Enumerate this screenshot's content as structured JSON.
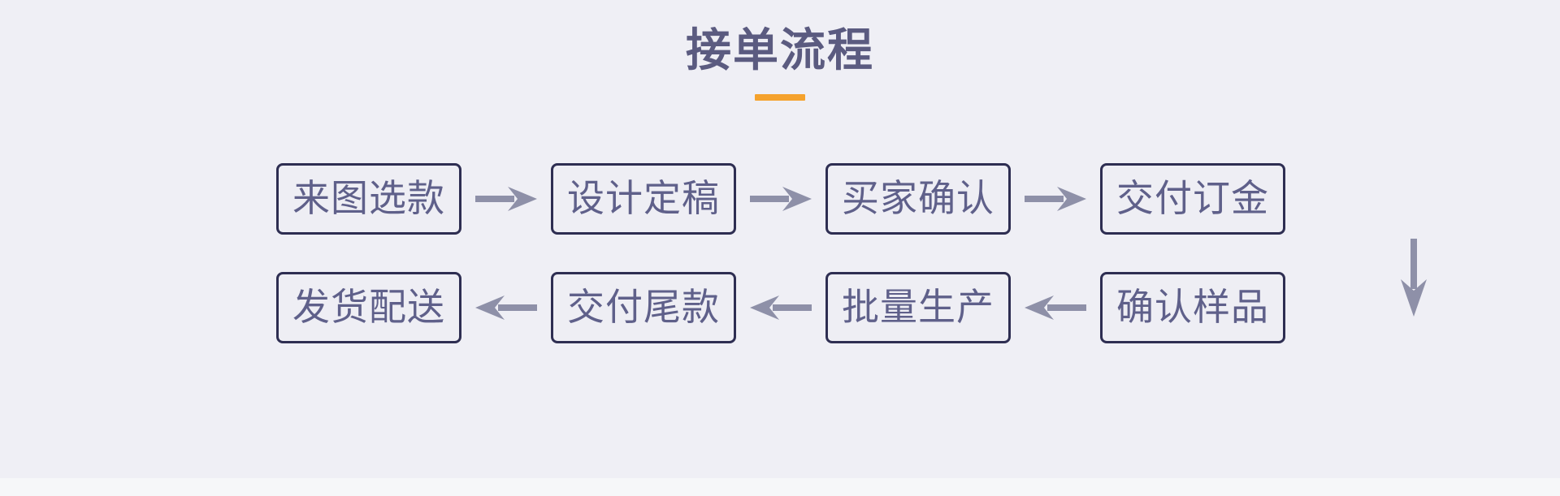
{
  "page": {
    "background_color": "#efeff5",
    "lower_band_color": "#f6f7f9"
  },
  "header": {
    "title": "接单流程",
    "title_color": "#5b5b80",
    "accent_color": "#f5a22d"
  },
  "flow": {
    "box_border_color": "#2e2e52",
    "box_fill_color": "#eeeef4",
    "box_text_color": "#5f608a",
    "arrow_color": "#8e90a8",
    "row1": {
      "direction": "right",
      "nodes": [
        {
          "label": "来图选款"
        },
        {
          "label": "设计定稿"
        },
        {
          "label": "买家确认"
        },
        {
          "label": "交付订金"
        }
      ],
      "connectors": [
        {
          "icon": "arrow-right-icon"
        },
        {
          "icon": "arrow-right-icon"
        },
        {
          "icon": "arrow-right-icon"
        }
      ]
    },
    "row_connector": {
      "icon": "arrow-down-icon"
    },
    "row2": {
      "direction": "left",
      "nodes": [
        {
          "label": "发货配送"
        },
        {
          "label": "交付尾款"
        },
        {
          "label": "批量生产"
        },
        {
          "label": "确认样品"
        }
      ],
      "connectors": [
        {
          "icon": "arrow-left-icon"
        },
        {
          "icon": "arrow-left-icon"
        },
        {
          "icon": "arrow-left-icon"
        }
      ]
    }
  }
}
